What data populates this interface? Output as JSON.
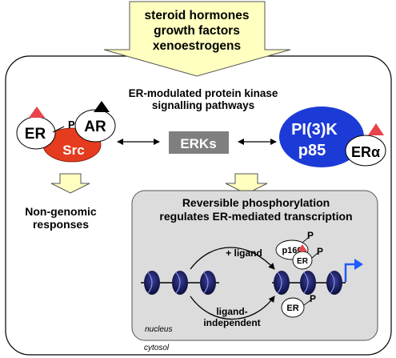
{
  "stimuli": {
    "lines": [
      "steroid hormones",
      "growth factors",
      "xenoestrogens"
    ],
    "fill": "#ffffc0"
  },
  "pathways": {
    "title_lines": [
      "ER-modulated protein kinase",
      "signalling pathways"
    ]
  },
  "left_complex": {
    "er": "ER",
    "p": "P",
    "ar": "AR",
    "src": "Src",
    "src_color": "#e53b1e",
    "er_triangle_color": "#e8434a",
    "ar_triangle_color": "#000000"
  },
  "center": {
    "erks": "ERKs",
    "box_color": "#7f7f7f"
  },
  "right_complex": {
    "pi3k": "PI(3)K",
    "p85": "p85",
    "er_alpha": "ERα",
    "color": "#1c3bd6",
    "triangle_color": "#e8434a"
  },
  "non_genomic": {
    "lines": [
      "Non-genomic",
      "responses"
    ]
  },
  "transcription": {
    "title_lines": [
      "Reversible phosphorylation",
      "regulates ER-mediated transcription"
    ],
    "plus_ligand": "+ ligand",
    "ligand_independent_lines": [
      "ligand-",
      "independent"
    ],
    "p160": "p160",
    "er_top": "ER",
    "er_bottom": "ER",
    "p": "P",
    "nucleus": "nucleus",
    "panel_fill": "#dcdcdc",
    "arrow_flag_color": "#1f5cff"
  },
  "cytosol": "cytosol"
}
